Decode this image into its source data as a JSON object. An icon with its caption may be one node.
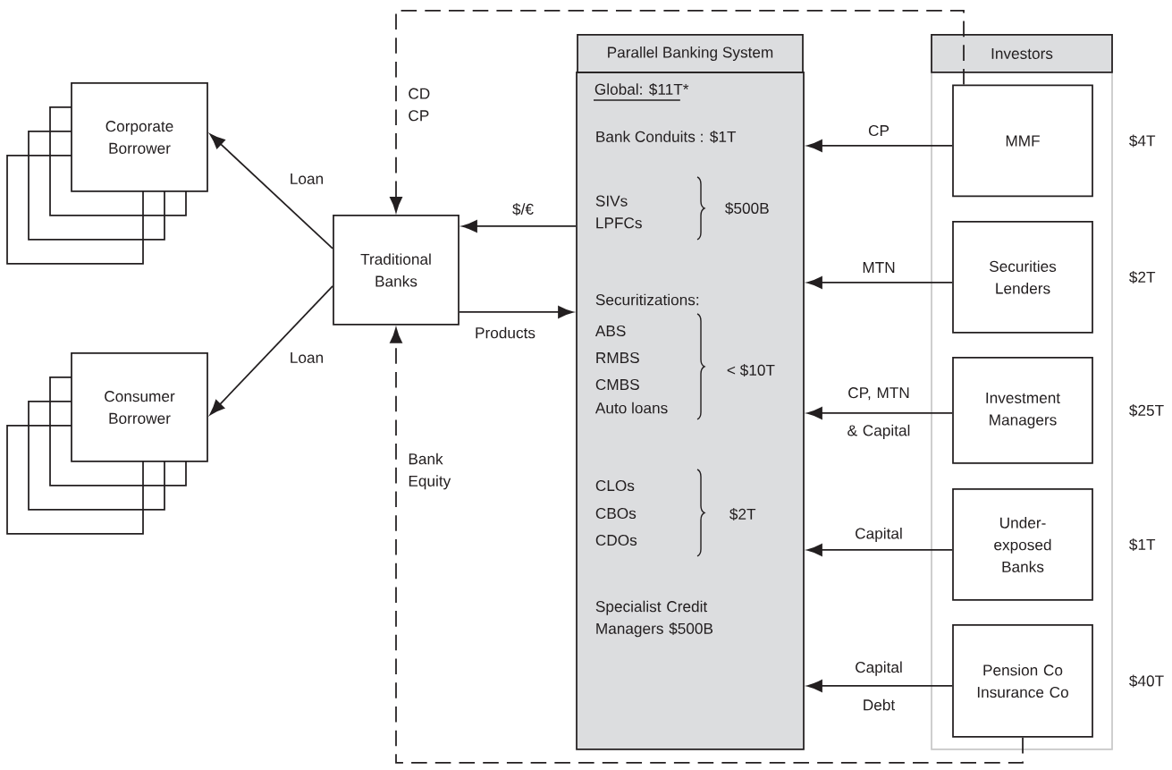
{
  "diagram": {
    "nodes": [
      {
        "text": [
          "Corporate Borrower"
        ]
      },
      {
        "text": [
          "Consumer Borrower"
        ]
      },
      {
        "text": [
          "Traditional Banks"
        ]
      },
      {
        "text": [
          "Parallel Banking System",
          "Global: $11T*",
          "Bank Conduits : $1T",
          "SIVs LPFCs",
          "$500B",
          "Securitizations:",
          "ABS",
          "RMBS",
          "CMBS",
          "Auto loans",
          "< $10T",
          "CLOs",
          "CBOs",
          "CDOs",
          "$2T",
          "Specialist Credit Managers $500B"
        ]
      },
      {
        "text": [
          "Investors"
        ]
      },
      {
        "text": [
          "MMF"
        ],
        "in": 4,
        "beside": [
          "$4T"
        ]
      },
      {
        "text": [
          "Securities Lenders"
        ],
        "in": 4,
        "beside": [
          "$2T"
        ]
      },
      {
        "text": [
          "Investment Managers"
        ],
        "in": 4,
        "beside": [
          "$25T"
        ]
      },
      {
        "text": [
          "Under- exposed Banks"
        ],
        "in": 4,
        "beside": [
          "$1T"
        ]
      },
      {
        "text": [
          "Pension Co Insurance Co"
        ],
        "in": 4,
        "beside": [
          "$40T"
        ]
      }
    ],
    "edges": [
      {
        "from": 2,
        "to": 0,
        "arrow": "to",
        "label": "Loan"
      },
      {
        "from": 2,
        "to": 1,
        "arrow": "to",
        "label": "Loan"
      },
      {
        "from": 3,
        "to": 2,
        "arrow": "to",
        "label": "$/€"
      },
      {
        "from": 2,
        "to": 3,
        "arrow": "to",
        "label": "Products"
      },
      {
        "from": 5,
        "to": 3,
        "arrow": "to",
        "label": "CP"
      },
      {
        "from": 6,
        "to": 3,
        "arrow": "to",
        "label": "MTN"
      },
      {
        "from": 7,
        "to": 3,
        "arrow": "to",
        "label": "CP, MTN & Capital"
      },
      {
        "from": 8,
        "to": 3,
        "arrow": "to",
        "label": "Capital"
      },
      {
        "from": 9,
        "to": 3,
        "arrow": "to",
        "label": "Capital Debt"
      },
      {
        "from": 5,
        "to": 2,
        "arrow": "to",
        "label": "CD CP",
        "style": "dashed"
      },
      {
        "from": 9,
        "to": 2,
        "arrow": "to",
        "label": "Bank Equity",
        "style": "dashed"
      }
    ]
  }
}
